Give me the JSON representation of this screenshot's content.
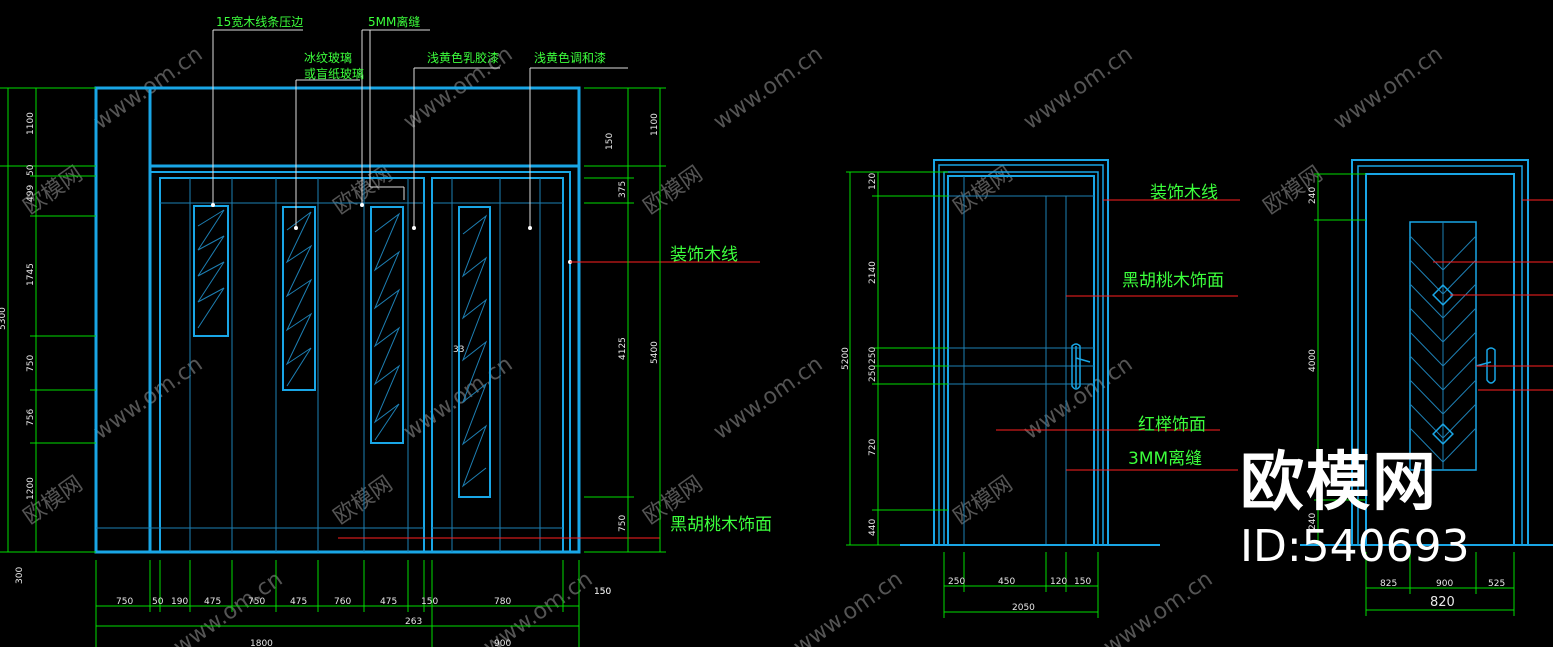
{
  "colors": {
    "background": "#000000",
    "outline": "#19a6e6",
    "thin": "#1d7fb3",
    "dim_line": "#00dd00",
    "text_green": "#3cff3c",
    "leader_red": "#ff2020",
    "dim_text": "#e8e8e8"
  },
  "labels_top": {
    "edge_strip": "15宽木线条压边",
    "gap_5mm": "5MM离缝",
    "ice_glass_1": "冰纹玻璃",
    "ice_glass_2": "或盲纸玻璃",
    "latex_paint": "浅黄色乳胶漆",
    "blend_paint": "浅黄色调和漆"
  },
  "labels_right_1": {
    "deco_line": "装饰木线",
    "walnut_face": "黑胡桃木饰面"
  },
  "labels_door_2": {
    "deco_line": "装饰木线",
    "walnut_face": "黑胡桃木饰面",
    "beech_face": "红榉饰面",
    "gap_3mm": "3MM离缝"
  },
  "dims_elev_left": [
    "1100",
    "50",
    "499",
    "1745",
    "750",
    "756",
    "1200",
    "300"
  ],
  "dims_elev_left_total": "5300",
  "dims_elev_right": [
    "1100",
    "150",
    "375",
    "4125",
    "750",
    "150"
  ],
  "dims_elev_right_total": "5400",
  "dims_elev_bottom": [
    "750",
    "50",
    "190",
    "475",
    "750",
    "475",
    "760",
    "475",
    "150",
    "780",
    "150"
  ],
  "dims_elev_total_mid": "263",
  "dims_elev_total_a": "1800",
  "dims_elev_total_b": "900",
  "door_mark": "33",
  "dims_door2_left": [
    "120",
    "2140",
    "250",
    "250",
    "720",
    "440"
  ],
  "dims_door2_total": "5200",
  "dims_door2_bottom": [
    "250",
    "450",
    "120",
    "150"
  ],
  "dims_door2_bottom_total": "2050",
  "dims_door3_left": [
    "240",
    "4000",
    "240"
  ],
  "dims_door3_bottom": [
    "825",
    "900",
    "525"
  ],
  "dims_door3_bottom_total": "820",
  "watermark_url": "www.om.cn",
  "watermark_brand": "欧模网",
  "brand": {
    "name": "欧模网",
    "id": "ID:540693"
  }
}
